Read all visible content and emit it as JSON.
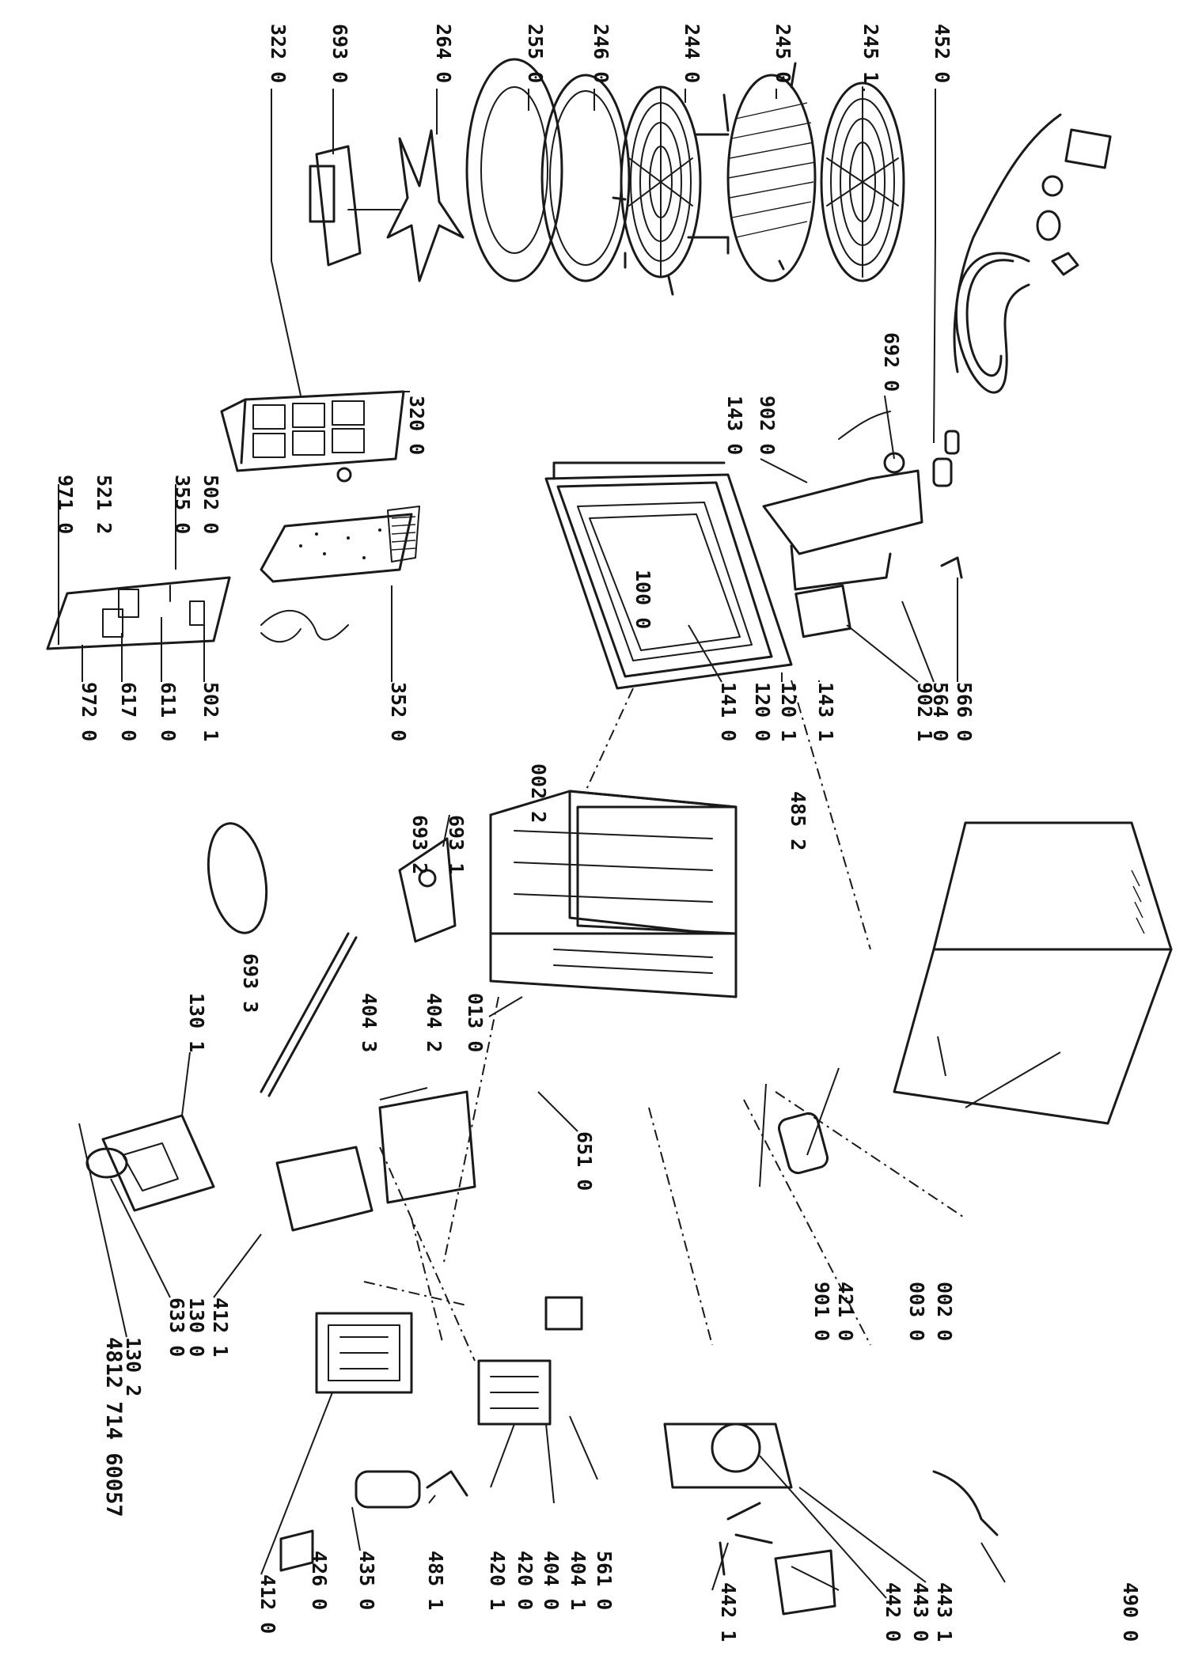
{
  "drawing_number": "4812  714  60057",
  "part_labels": [
    "452 0",
    "245 1",
    "245 0",
    "244 0",
    "246 0",
    "255 0",
    "264 0",
    "693 0",
    "322 0",
    "692 0",
    "902 0",
    "143 0",
    "320 0",
    "502 0",
    "355 0",
    "521 2",
    "971 0",
    "100 0",
    "566 0",
    "564 0",
    "902 1",
    "143 1",
    "120 1",
    "120 0",
    "141 0",
    "352 0",
    "502 1",
    "611 0",
    "617 0",
    "972 0",
    "002 2",
    "485 2",
    "693 1",
    "693 2",
    "693 3",
    "013 0",
    "404 2",
    "404 3",
    "130 1",
    "651 0",
    "412 1",
    "130 0",
    "633 0",
    "130 2",
    "002 0",
    "003 0",
    "421 0",
    "901 0",
    "490 0",
    "443 1",
    "443 0",
    "442 0",
    "442 1",
    "561 0",
    "404 1",
    "404 0",
    "420 0",
    "420 1",
    "485 1",
    "435 0",
    "426 0",
    "412 0"
  ]
}
